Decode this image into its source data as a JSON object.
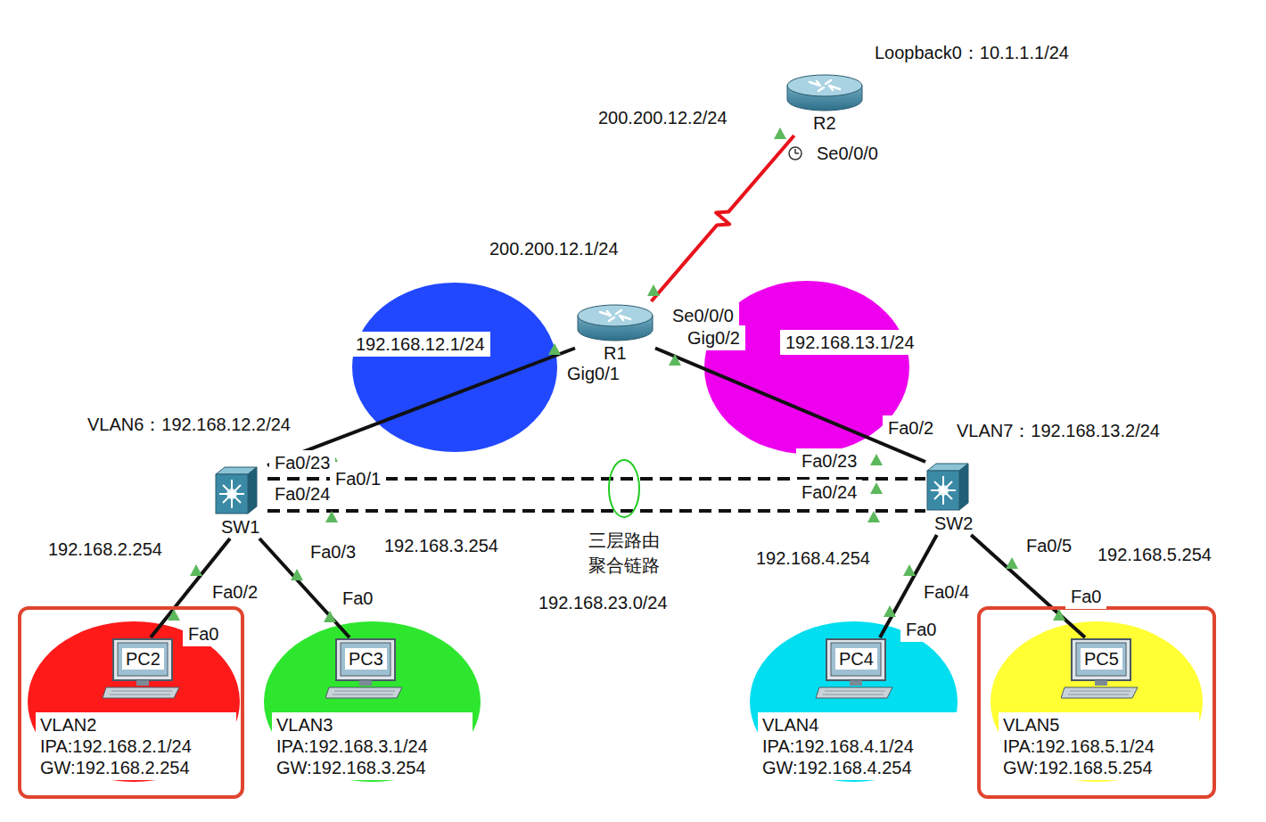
{
  "diagram": {
    "nodes": [
      {
        "text": [
          "R2"
        ]
      },
      {
        "text": [
          "R1"
        ]
      },
      {
        "text": [
          "SW1"
        ]
      },
      {
        "text": [
          "SW2"
        ]
      },
      {
        "text": [
          "VLAN2 IPA:192.168.2.1/24 GW:192.168.2.254"
        ]
      },
      {
        "text": [
          "PC2"
        ],
        "in": 4
      },
      {
        "text": [
          "VLAN3 IPA:192.168.3.1/24 GW:192.168.3.254"
        ]
      },
      {
        "text": [
          "PC3"
        ],
        "in": 6
      },
      {
        "text": [
          "VLAN4 IPA:192.168.4.1/24 GW:192.168.4.254"
        ]
      },
      {
        "text": [
          "PC4"
        ],
        "in": 8
      },
      {
        "text": [
          "VLAN5 IPA:192.168.5.1/24 GW:192.168.5.254"
        ]
      },
      {
        "text": [
          "PC5"
        ],
        "in": 10
      }
    ],
    "edges": [
      {
        "from": 0,
        "to": 1,
        "arrow": "none"
      },
      {
        "from": 1,
        "to": 2,
        "arrow": "none"
      },
      {
        "from": 1,
        "to": 3,
        "arrow": "none"
      },
      {
        "from": 2,
        "to": 3,
        "arrow": "none"
      },
      {
        "from": 2,
        "to": 3,
        "arrow": "none"
      },
      {
        "from": 2,
        "to": 5,
        "arrow": "none"
      },
      {
        "from": 2,
        "to": 7,
        "arrow": "none"
      },
      {
        "from": 3,
        "to": 9,
        "arrow": "none"
      },
      {
        "from": 3,
        "to": 11,
        "arrow": "none"
      }
    ],
    "labels": [
      "Loopback0：10.1.1.1/24",
      "200.200.12.2/24",
      "Se0/0/0",
      "200.200.12.1/24",
      "Se0/0/0",
      "192.168.12.1/24",
      "Gig0/1",
      "Gig0/2",
      "192.168.13.1/24",
      "VLAN6：192.168.12.2/24",
      "Fa0/23",
      "Fa0/1",
      "Fa0/24",
      "Fa0/23",
      "Fa0/2",
      "VLAN7：192.168.13.2/24",
      "Fa0/24",
      "192.168.2.254",
      "Fa0/3",
      "192.168.3.254",
      "三层路由",
      "聚合链路",
      "192.168.23.0/24",
      "192.168.4.254",
      "Fa0/5",
      "192.168.5.254",
      "Fa0/2",
      "Fa0",
      "Fa0",
      "Fa0/4",
      "Fa0",
      "Fa0"
    ]
  }
}
